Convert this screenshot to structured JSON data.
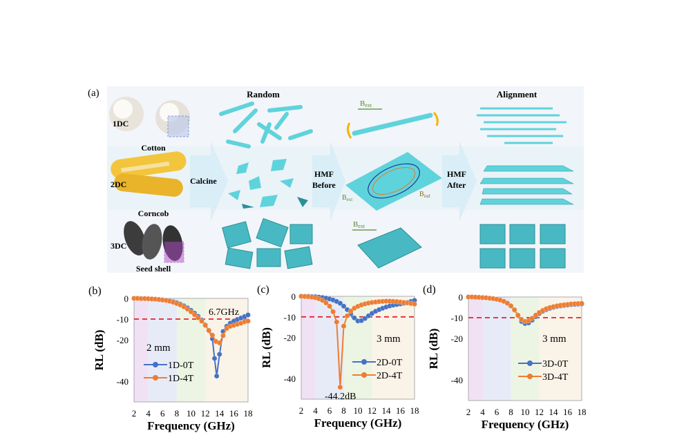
{
  "panel_a": {
    "label": "(a)",
    "random_title": "Random",
    "alignment_title": "Alignment",
    "rows": [
      {
        "code": "1DC",
        "name": "Cotton"
      },
      {
        "code": "2DC",
        "name": "Corncob"
      },
      {
        "code": "3DC",
        "name": "Seed shell"
      }
    ],
    "calcine": "Calcine",
    "hmf_before": [
      "HMF",
      "Before"
    ],
    "hmf_after": [
      "HMF",
      "After"
    ],
    "b_ext": "B",
    "b_ext_sub": "ext",
    "b_ind_sub": "ind",
    "colors": {
      "fiber": "#5fd3dc",
      "fiber_dark": "#2a8f98",
      "arrow": "#f5b400",
      "field": "#4f8a2b"
    }
  },
  "chart_data": [
    {
      "panel": "(b)",
      "type": "line",
      "xlabel": "Frequency (GHz)",
      "ylabel": "RL (dB)",
      "xlim": [
        2,
        18
      ],
      "ylim": [
        -50,
        0
      ],
      "xticks": [
        "2",
        "4",
        "6",
        "8",
        "10",
        "12",
        "14",
        "16",
        "18"
      ],
      "yticks": [
        {
          "v": 0,
          "t": "0"
        },
        {
          "v": -10,
          "t": "-10"
        },
        {
          "v": -20,
          "t": "-20"
        },
        {
          "v": -40,
          "t": "-40"
        }
      ],
      "threshold": -10,
      "thickness": "2 mm",
      "annotation": "6.7GHz",
      "series": [
        {
          "name": "1D-0T",
          "color": "#4472c4",
          "x": [
            2,
            2.5,
            3,
            3.5,
            4,
            4.5,
            5,
            5.5,
            6,
            6.5,
            7,
            7.5,
            8,
            8.5,
            9,
            9.5,
            10,
            10.5,
            11,
            11.5,
            12,
            12.5,
            13,
            13.3,
            13.6,
            14,
            14.5,
            15,
            15.5,
            16,
            16.5,
            17,
            17.5,
            18
          ],
          "y": [
            0,
            0,
            -0.1,
            -0.1,
            -0.2,
            -0.3,
            -0.4,
            -0.5,
            -0.7,
            -0.9,
            -1.2,
            -1.6,
            -2.1,
            -2.8,
            -3.6,
            -4.6,
            -5.8,
            -7.2,
            -8.7,
            -10.5,
            -12.8,
            -15.5,
            -19.5,
            -29,
            -37.5,
            -27,
            -16,
            -13.5,
            -12,
            -11,
            -10.2,
            -9.5,
            -8.8,
            -8
          ]
        },
        {
          "name": "1D-4T",
          "color": "#ed7d31",
          "x": [
            2,
            2.5,
            3,
            3.5,
            4,
            4.5,
            5,
            5.5,
            6,
            6.5,
            7,
            7.5,
            8,
            8.5,
            9,
            9.5,
            10,
            10.5,
            11,
            11.5,
            12,
            12.5,
            13,
            13.5,
            14,
            14.5,
            15,
            15.5,
            16,
            16.5,
            17,
            17.5,
            18
          ],
          "y": [
            0,
            0,
            -0.1,
            -0.1,
            -0.2,
            -0.3,
            -0.4,
            -0.6,
            -0.8,
            -1,
            -1.4,
            -1.9,
            -2.5,
            -3.2,
            -4.1,
            -5.2,
            -6.5,
            -7.9,
            -9.4,
            -11,
            -13,
            -15.5,
            -17.8,
            -20.8,
            -21.5,
            -18,
            -14.5,
            -13.5,
            -13,
            -12.5,
            -12,
            -11.3,
            -11
          ]
        }
      ]
    },
    {
      "panel": "(c)",
      "type": "line",
      "xlabel": "Frequency (GHz)",
      "ylabel": "RL (dB)",
      "xlim": [
        2,
        18
      ],
      "ylim": [
        -50,
        0
      ],
      "xticks": [
        "2",
        "4",
        "6",
        "8",
        "10",
        "12",
        "14",
        "16",
        "18"
      ],
      "yticks": [
        {
          "v": 0,
          "t": "0"
        },
        {
          "v": -10,
          "t": "-10"
        },
        {
          "v": -20,
          "t": "-20"
        },
        {
          "v": -40,
          "t": "-40"
        }
      ],
      "threshold": -10,
      "thickness": "3 mm",
      "annotation": "-44.2dB",
      "series": [
        {
          "name": "2D-0T",
          "color": "#4472c4",
          "x": [
            2,
            2.5,
            3,
            3.5,
            4,
            4.5,
            5,
            5.5,
            6,
            6.5,
            7,
            7.5,
            8,
            8.5,
            9,
            9.5,
            10,
            10.5,
            11,
            11.5,
            12,
            12.5,
            13,
            13.5,
            14,
            14.5,
            15,
            15.5,
            16,
            16.5,
            17,
            17.5,
            18
          ],
          "y": [
            0,
            0,
            0,
            -0.1,
            -0.2,
            -0.4,
            -0.6,
            -0.9,
            -1.3,
            -1.8,
            -2.5,
            -3.4,
            -4.8,
            -6.5,
            -8.5,
            -10.5,
            -12,
            -11.8,
            -10.8,
            -9.5,
            -8.3,
            -7.3,
            -6.5,
            -5.8,
            -5.2,
            -4.7,
            -4.3,
            -4,
            -3.7,
            -3.4,
            -3,
            -2.5,
            -2
          ]
        },
        {
          "name": "2D-4T",
          "color": "#ed7d31",
          "x": [
            2,
            2.5,
            3,
            3.5,
            4,
            4.5,
            5,
            5.5,
            6,
            6.5,
            7,
            7.5,
            8,
            8.5,
            9,
            9.5,
            10,
            10.5,
            11,
            11.5,
            12,
            12.5,
            13,
            13.5,
            14,
            14.5,
            15,
            15.5,
            16,
            16.5,
            17,
            17.5,
            18
          ],
          "y": [
            0,
            -0.1,
            -0.2,
            -0.4,
            -0.7,
            -1.2,
            -2,
            -3.2,
            -4.8,
            -7.5,
            -12.5,
            -44.2,
            -14.5,
            -9.5,
            -7.2,
            -5.8,
            -4.9,
            -4.2,
            -3.7,
            -3.3,
            -3,
            -2.8,
            -2.6,
            -2.5,
            -2.4,
            -2.4,
            -2.5,
            -2.6,
            -2.8,
            -3,
            -3.2,
            -3.5,
            -3.8
          ]
        }
      ]
    },
    {
      "panel": "(d)",
      "type": "line",
      "xlabel": "Frequency (GHz)",
      "ylabel": "RL (dB)",
      "xlim": [
        2,
        18
      ],
      "ylim": [
        -50,
        0
      ],
      "xticks": [
        "2",
        "4",
        "6",
        "8",
        "10",
        "12",
        "14",
        "16",
        "18"
      ],
      "yticks": [
        {
          "v": 0,
          "t": "0"
        },
        {
          "v": -10,
          "t": "-10"
        },
        {
          "v": -20,
          "t": "-20"
        },
        {
          "v": -40,
          "t": "-40"
        }
      ],
      "threshold": -10,
      "thickness": "3 mm",
      "series": [
        {
          "name": "3D-0T",
          "color": "#4472c4",
          "x": [
            2,
            2.5,
            3,
            3.5,
            4,
            4.5,
            5,
            5.5,
            6,
            6.5,
            7,
            7.5,
            8,
            8.5,
            9,
            9.5,
            10,
            10.5,
            11,
            11.5,
            12,
            12.5,
            13,
            13.5,
            14,
            14.5,
            15,
            15.5,
            16,
            16.5,
            17,
            17.5,
            18
          ],
          "y": [
            0,
            0,
            -0.1,
            -0.2,
            -0.3,
            -0.4,
            -0.6,
            -0.8,
            -1.1,
            -1.5,
            -2.1,
            -3,
            -4.3,
            -6.3,
            -9,
            -11.8,
            -12.8,
            -12.5,
            -11.2,
            -9.5,
            -8,
            -6.9,
            -6.1,
            -5.5,
            -5,
            -4.6,
            -4.3,
            -4.1,
            -3.9,
            -3.7,
            -3.6,
            -3.5,
            -3.4
          ]
        },
        {
          "name": "3D-4T",
          "color": "#ed7d31",
          "x": [
            2,
            2.5,
            3,
            3.5,
            4,
            4.5,
            5,
            5.5,
            6,
            6.5,
            7,
            7.5,
            8,
            8.5,
            9,
            9.5,
            10,
            10.5,
            11,
            11.5,
            12,
            12.5,
            13,
            13.5,
            14,
            14.5,
            15,
            15.5,
            16,
            16.5,
            17,
            17.5,
            18
          ],
          "y": [
            0,
            0,
            -0.1,
            -0.2,
            -0.3,
            -0.4,
            -0.6,
            -0.8,
            -1.1,
            -1.5,
            -2.1,
            -3,
            -4.3,
            -6.2,
            -8.8,
            -11,
            -11.8,
            -11.5,
            -10.3,
            -8.8,
            -7.5,
            -6.5,
            -5.7,
            -5.1,
            -4.7,
            -4.3,
            -4,
            -3.8,
            -3.6,
            -3.4,
            -3.3,
            -3.2,
            -3.1
          ]
        }
      ]
    }
  ]
}
